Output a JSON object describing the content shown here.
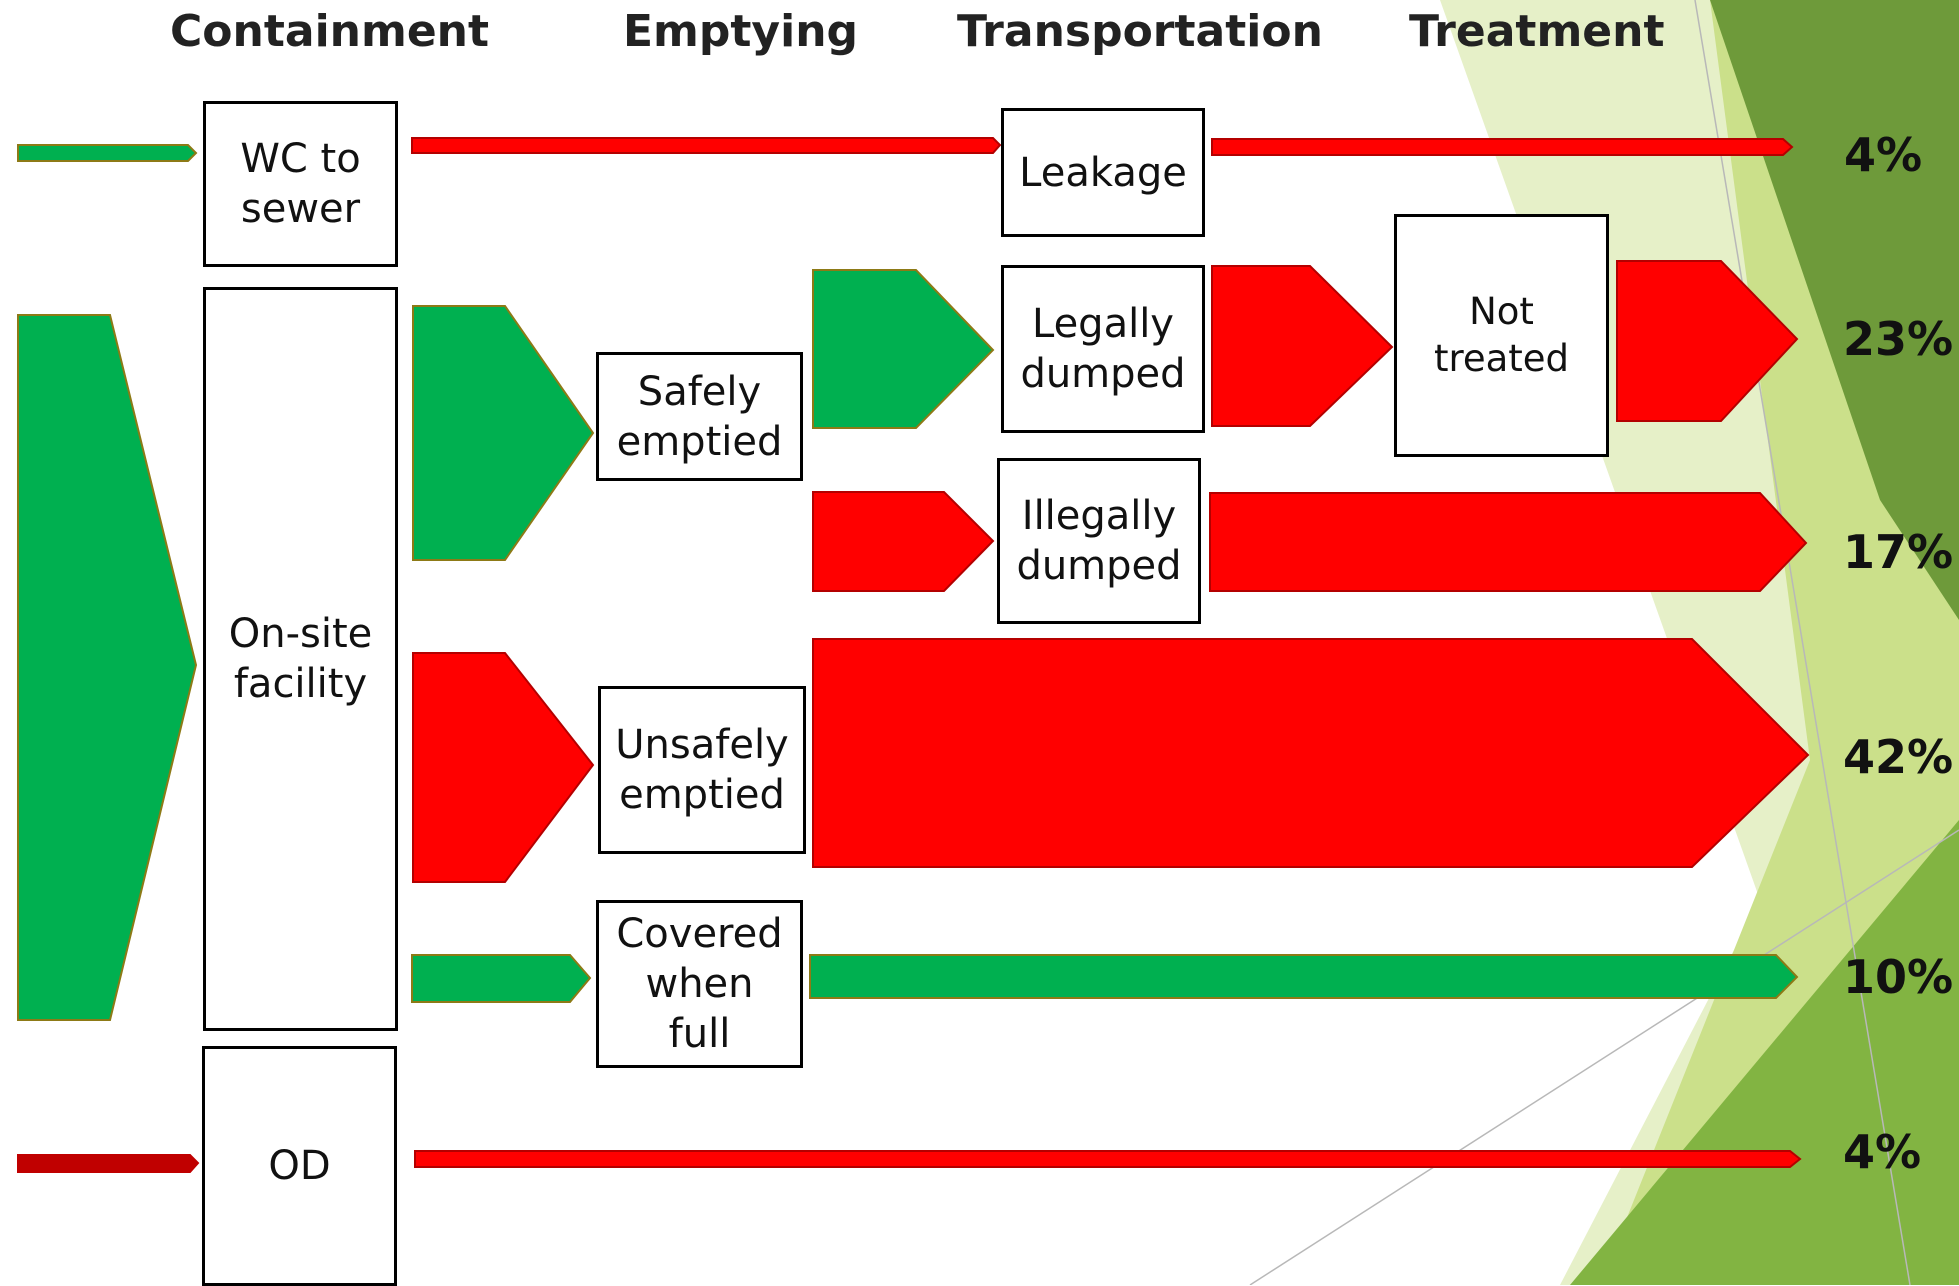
{
  "colors": {
    "safe": "#00B050",
    "unsafe": "#FF0000",
    "od_arrow": "#C00000",
    "safe_outline": "#8D7A16",
    "unsafe_outline": "#B40000",
    "box_border": "#000000",
    "deco_dark": "#6E9A3A",
    "deco_mid": "#82B442",
    "deco_light": "#CBE08A",
    "deco_pale": "#E6F0C8"
  },
  "columns": {
    "containment": "Containment",
    "emptying": "Emptying",
    "transportation": "Transportation",
    "treatment": "Treatment"
  },
  "boxes": {
    "wc_to_sewer": "WC to\nsewer",
    "onsite_facility": "On-site\nfacility",
    "od": "OD",
    "safely_emptied": "Safely\nemptied",
    "unsafely_emptied": "Unsafely\nemptied",
    "covered_when_full": "Covered\nwhen\nfull",
    "leakage": "Leakage",
    "legally_dumped": "Legally\ndumped",
    "illegally_dumped": "Illegally\ndumped",
    "not_treated": "Not\ntreated"
  },
  "outcomes": [
    {
      "label": "4%",
      "value": 4,
      "path": "WC to sewer → Leakage",
      "status": "unsafe"
    },
    {
      "label": "23%",
      "value": 23,
      "path": "Safely emptied → Legally dumped → Not treated",
      "status": "unsafe"
    },
    {
      "label": "17%",
      "value": 17,
      "path": "Safely emptied → Illegally dumped",
      "status": "unsafe"
    },
    {
      "label": "42%",
      "value": 42,
      "path": "Unsafely emptied",
      "status": "unsafe"
    },
    {
      "label": "10%",
      "value": 10,
      "path": "Covered when full",
      "status": "safe"
    },
    {
      "label": "4%",
      "value": 4,
      "path": "OD",
      "status": "unsafe"
    }
  ]
}
